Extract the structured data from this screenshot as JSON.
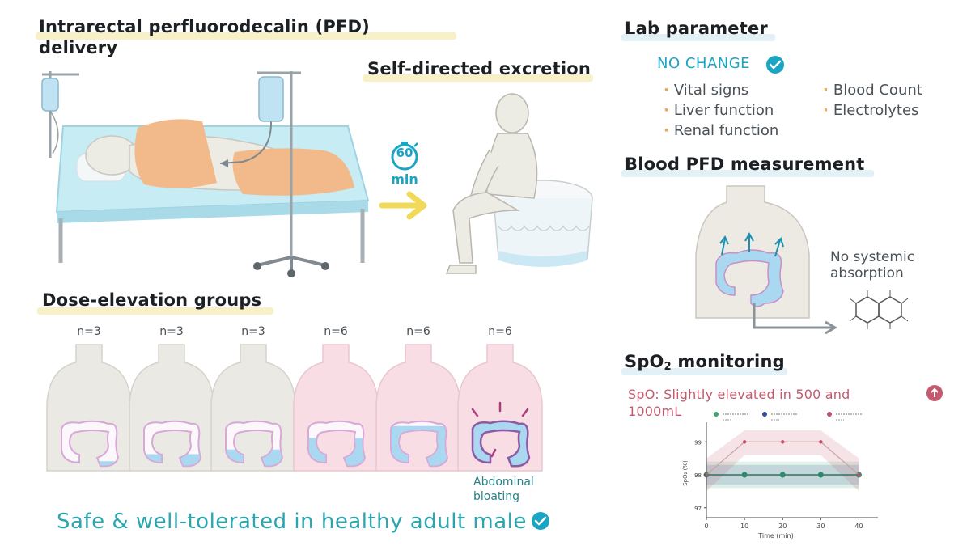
{
  "delivery": {
    "title_line1": "Intrarectal perfluorodecalin (PFD)",
    "title_line2": "delivery"
  },
  "excretion": {
    "title": "Self-directed excretion",
    "timer_value": "60",
    "timer_unit": "min"
  },
  "dose_groups": {
    "title": "Dose-elevation groups",
    "groups": [
      {
        "n": "n=3",
        "fill_level": 0.1,
        "tint": "neutral"
      },
      {
        "n": "n=3",
        "fill_level": 0.25,
        "tint": "neutral"
      },
      {
        "n": "n=3",
        "fill_level": 0.35,
        "tint": "neutral"
      },
      {
        "n": "n=6",
        "fill_level": 0.6,
        "tint": "pink"
      },
      {
        "n": "n=6",
        "fill_level": 0.85,
        "tint": "pink"
      },
      {
        "n": "n=6",
        "fill_level": 1.0,
        "tint": "pink"
      }
    ],
    "bloating_label_line1": "Abdominal",
    "bloating_label_line2": "bloating",
    "conclusion": "Safe & well-tolerated in healthy adult male"
  },
  "lab": {
    "title": "Lab parameter",
    "status": "NO CHANGE",
    "items_left": [
      "Vital signs",
      "Liver function",
      "Renal function"
    ],
    "items_right": [
      "Blood Count",
      "Electrolytes"
    ]
  },
  "blood_pfd": {
    "title": "Blood PFD measurement",
    "note_line1": "No systemic",
    "note_line2": "absorption"
  },
  "spo2": {
    "title_main": "SpO",
    "title_sub": "2",
    "title_rest": " monitoring",
    "note_line1": "SpO: Slightly elevated in 500 and",
    "note_line2": "1000mL"
  },
  "chart_data": {
    "type": "line",
    "title": "SpO: Slightly elevated in 500 and 1000mL",
    "xlabel": "Time (min)",
    "ylabel": "SpO₂ (%)",
    "x": [
      0,
      10,
      20,
      30,
      40
    ],
    "x_ticks": [
      "0",
      "10",
      "20",
      "30",
      "40"
    ],
    "y_ticks": [
      "97",
      "98",
      "99"
    ],
    "ylim": [
      96.7,
      99.4
    ],
    "series": [
      {
        "color": "#3aa76d",
        "values": [
          98,
          98,
          98,
          98,
          98
        ],
        "band": [
          97.6,
          98.4
        ]
      },
      {
        "color": "#2f4aa0",
        "values": [
          98,
          98,
          98,
          98,
          98
        ],
        "band": [
          97.7,
          98.3
        ]
      },
      {
        "color": "#c0506a",
        "values": [
          98,
          99,
          99,
          99,
          98
        ],
        "band_low": [
          97.5,
          98.6,
          98.6,
          98.6,
          97.5
        ],
        "band_high": [
          98.5,
          99.35,
          99.35,
          99.35,
          98.5
        ]
      }
    ],
    "legend_placement": "top",
    "grid": false
  },
  "colors": {
    "accent_teal": "#1aa5c4",
    "conclusion_teal": "#2ba5ae",
    "spo2_note": "#c45a6e",
    "blanket": "#f2b98a",
    "bed": "#c7ecf4",
    "skin": "#ecebe4",
    "colon_blue": "#a9d8f0"
  }
}
